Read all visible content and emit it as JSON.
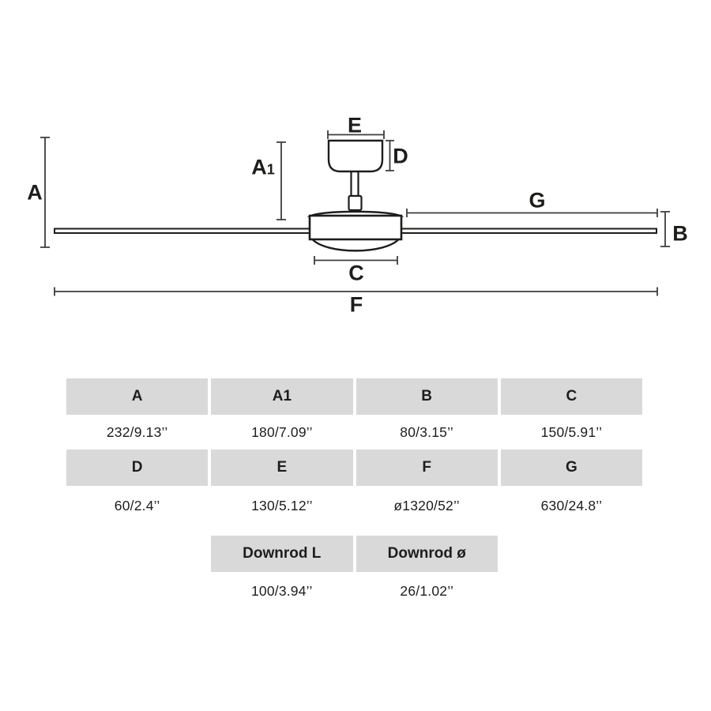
{
  "diagram": {
    "labels": {
      "a": "A",
      "a1_main": "A",
      "a1_sub": "1",
      "b": "B",
      "c": "C",
      "d": "D",
      "e": "E",
      "f": "F",
      "g": "G"
    }
  },
  "table": {
    "rows": [
      {
        "headers": [
          "A",
          "A1",
          "B",
          "C"
        ],
        "values": [
          "232/9.13’’",
          "180/7.09’’",
          "80/3.15’’",
          "150/5.91’’"
        ]
      },
      {
        "headers": [
          "D",
          "E",
          "F",
          "G"
        ],
        "values": [
          "60/2.4’’",
          "130/5.12’’",
          "ø1320/52’’",
          "630/24.8’’"
        ]
      },
      {
        "headers": [
          "Downrod L",
          "Downrod ø"
        ],
        "values": [
          "100/3.94’’",
          "26/1.02’’"
        ]
      }
    ]
  },
  "colors": {
    "ink": "#1d1d1b",
    "dimension_line": "#3d3d3d",
    "table_header_bg": "#d9d9d9"
  }
}
